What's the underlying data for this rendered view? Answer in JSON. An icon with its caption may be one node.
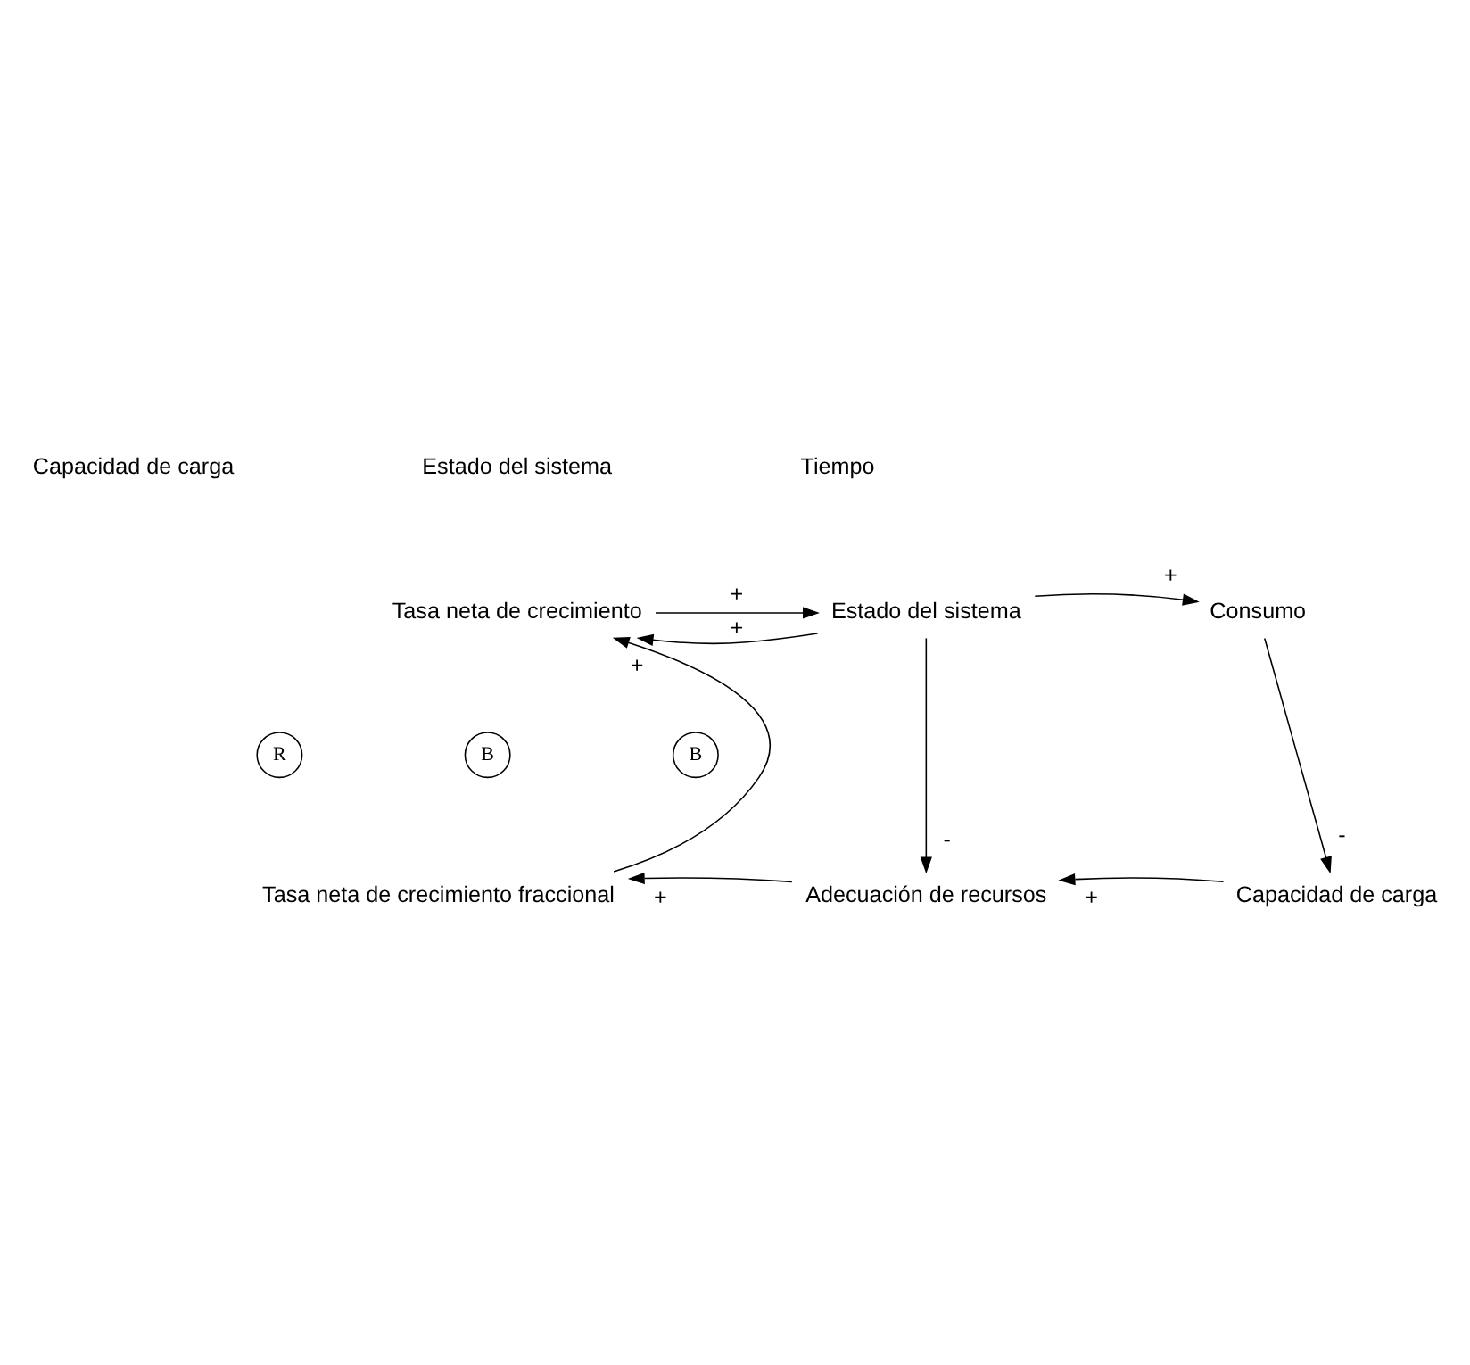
{
  "diagram": {
    "nodes": [
      {
        "text": [
          "Tasa neta de crecimiento"
        ]
      },
      {
        "text": [
          "Estado del sistema"
        ]
      },
      {
        "text": [
          "Consumo"
        ]
      },
      {
        "text": [
          "Tasa neta de crecimiento fraccional"
        ]
      },
      {
        "text": [
          "Adecuación de recursos"
        ]
      },
      {
        "text": [
          "Capacidad de carga"
        ]
      }
    ],
    "edges": [
      {
        "from": 0,
        "to": 1,
        "arrow": "to",
        "label": "+"
      },
      {
        "from": 1,
        "to": 2,
        "arrow": "to",
        "label": "+"
      },
      {
        "from": 2,
        "to": 5,
        "arrow": "to",
        "label": "-"
      },
      {
        "from": 5,
        "to": 4,
        "arrow": "to",
        "label": "+"
      },
      {
        "from": 4,
        "to": 3,
        "arrow": "to",
        "label": "+"
      },
      {
        "from": 3,
        "to": 0,
        "arrow": "to",
        "label": "+"
      },
      {
        "from": 1,
        "to": 0,
        "arrow": "to",
        "label": "+"
      },
      {
        "from": 1,
        "to": 4,
        "arrow": "to",
        "label": "-"
      }
    ],
    "labels": [
      "Capacidad de carga",
      "Estado del sistema",
      "Tiempo",
      "R",
      "B",
      "B"
    ]
  }
}
